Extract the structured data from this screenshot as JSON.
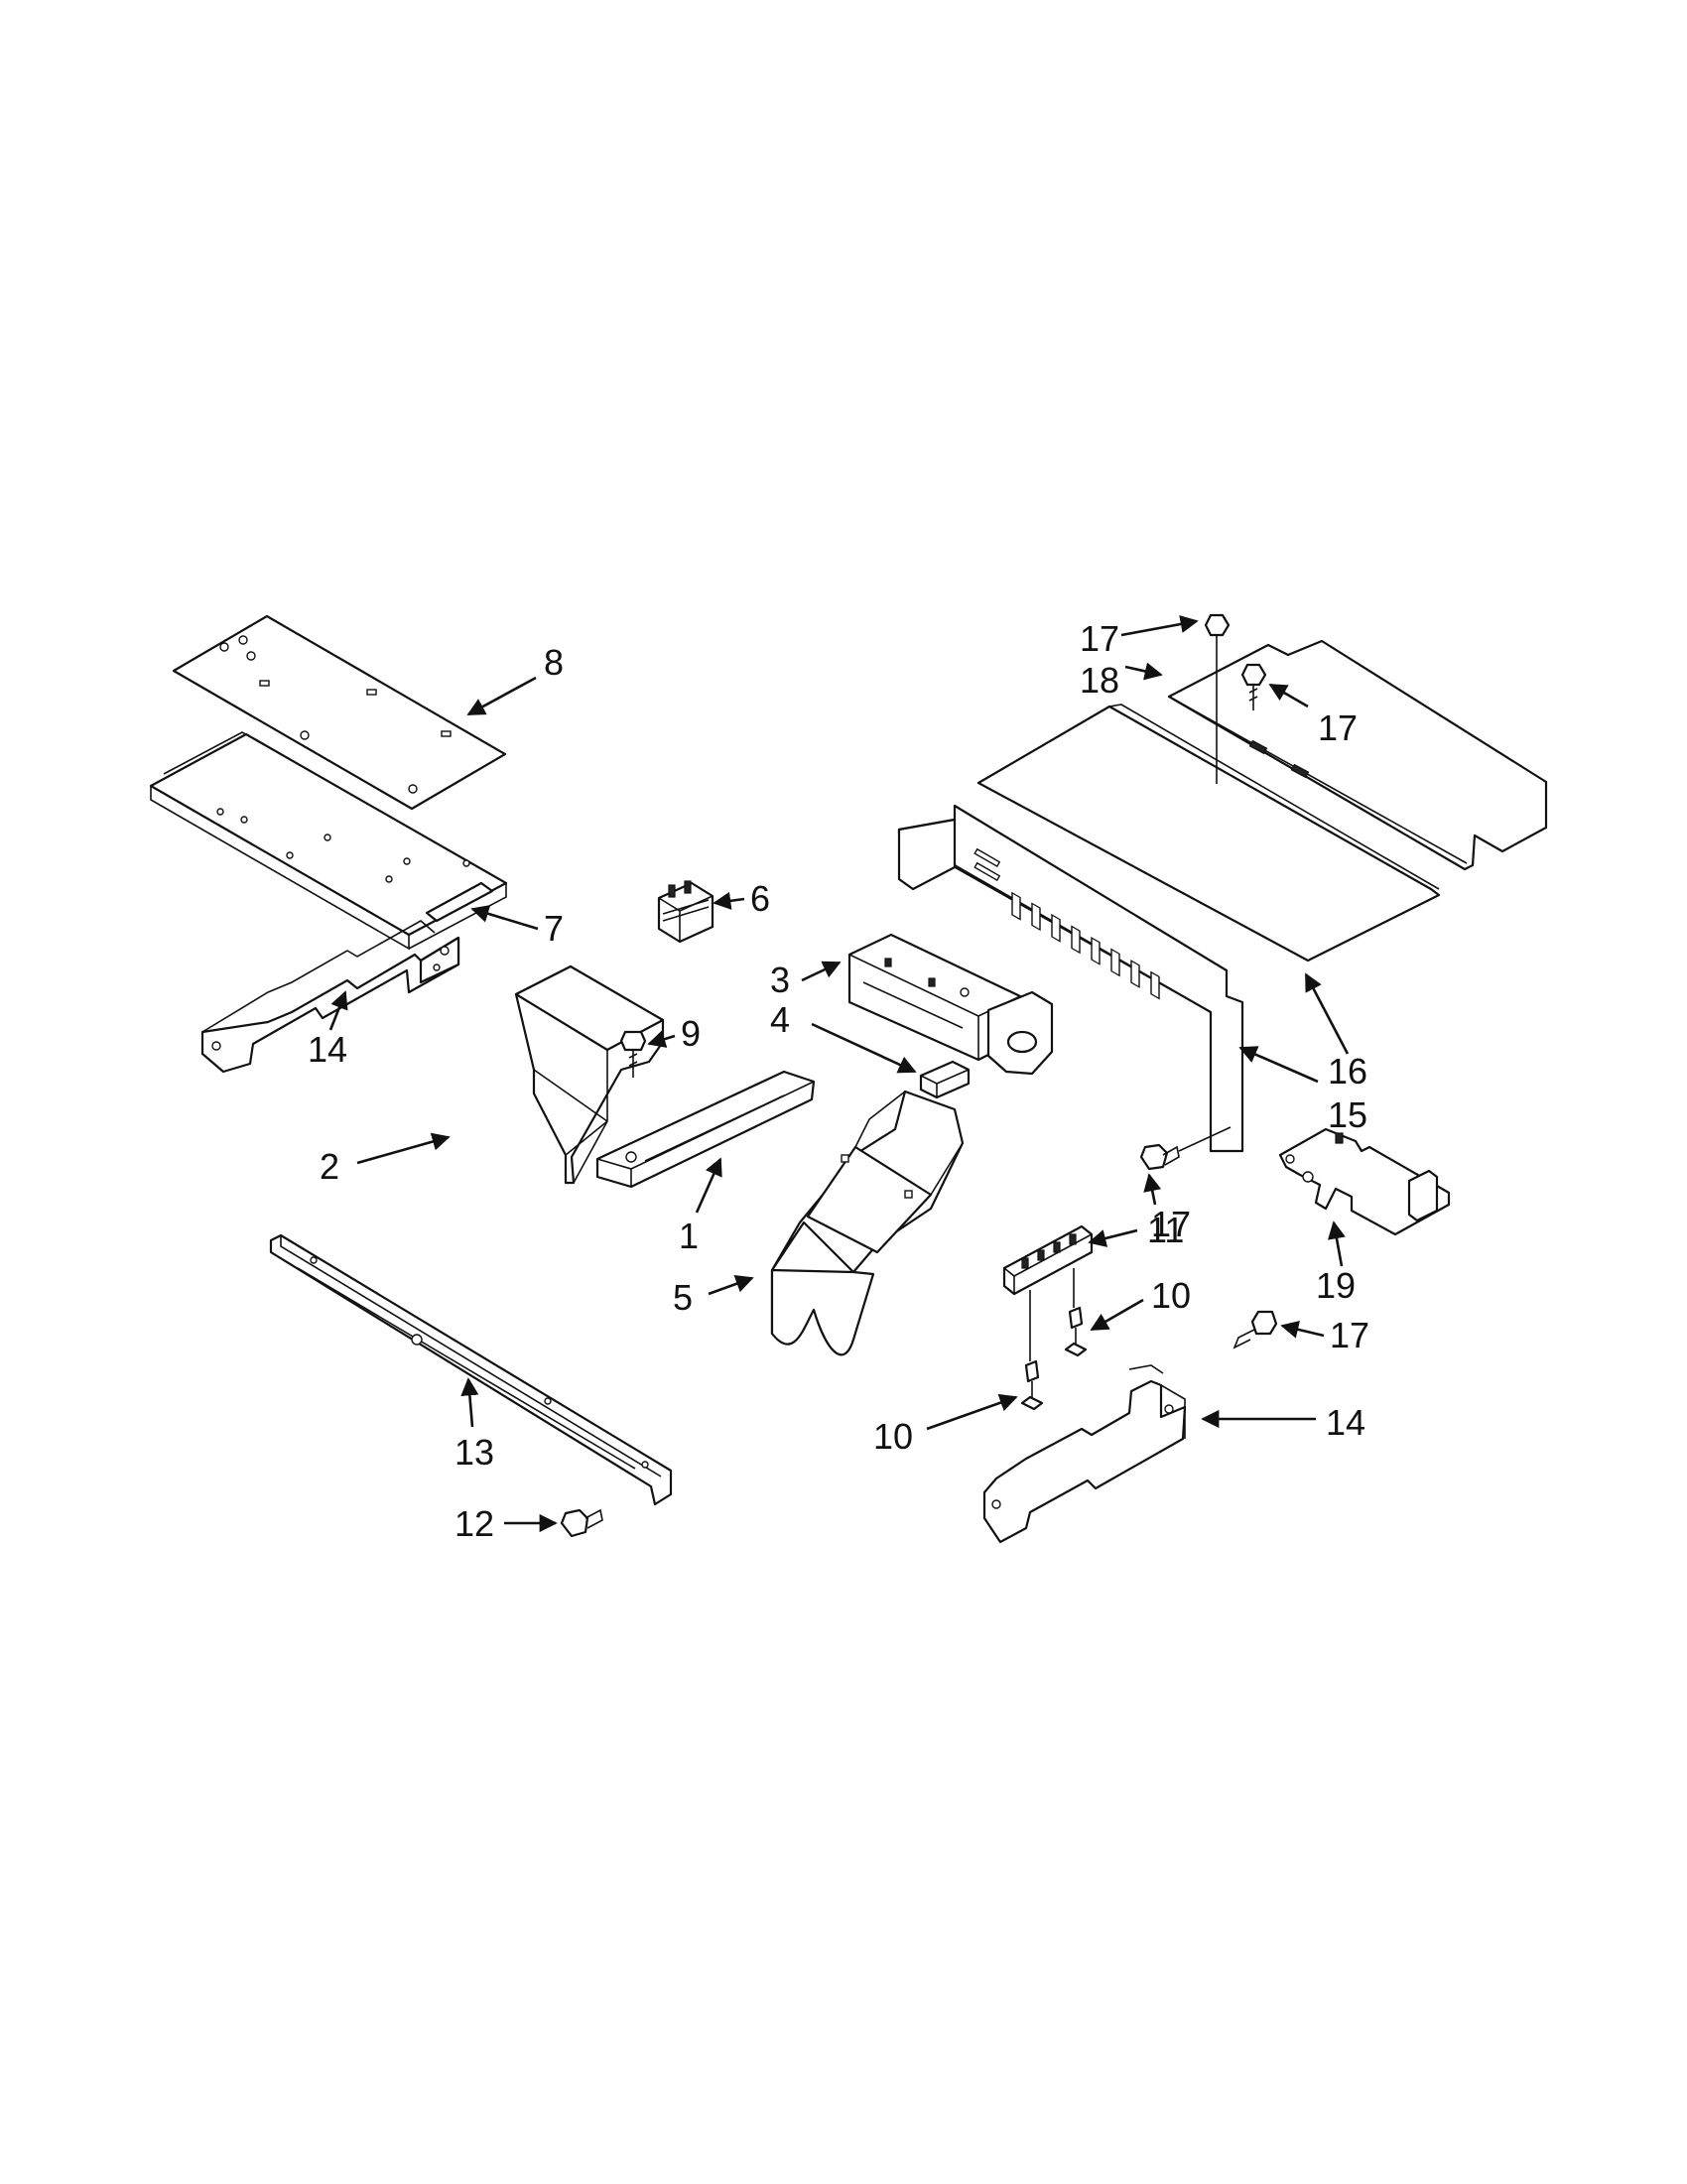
{
  "diagram": {
    "callouts": [
      "8",
      "7",
      "6",
      "14",
      "2",
      "9",
      "1",
      "5",
      "13",
      "12",
      "3",
      "4",
      "17",
      "18",
      "17",
      "16",
      "15",
      "17",
      "11",
      "19",
      "10",
      "17",
      "10",
      "14"
    ]
  }
}
